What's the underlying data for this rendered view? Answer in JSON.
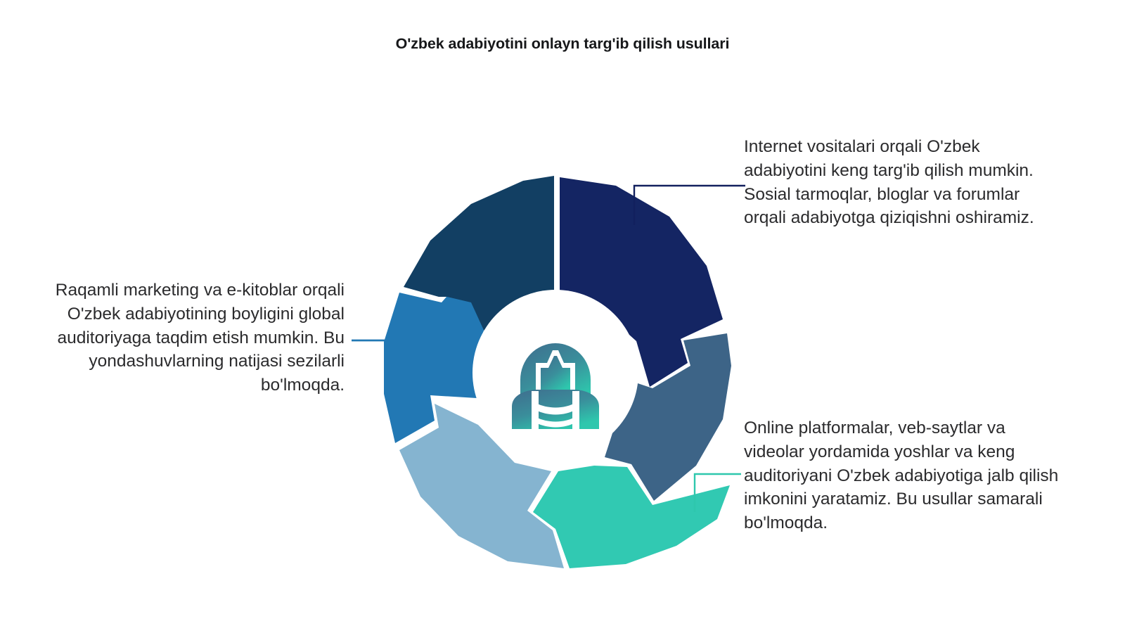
{
  "title": "O'zbek adabiyotini onlayn targ'ib qilish usullari",
  "center": {
    "icon": "person-reader-icon",
    "icon_gradient_from": "#3f6d8e",
    "icon_gradient_to": "#2ec7ad",
    "background": "#ffffff"
  },
  "callouts": [
    {
      "id": "callout-right-top",
      "position": "right-top",
      "text": "Internet vositalari orqali O'zbek adabiyotini keng targ'ib qilish mumkin. Sosial tarmoqlar, bloglar va forumlar orqali adabiyotga qiziqishni oshiramiz.",
      "connector_color": "#12205e"
    },
    {
      "id": "callout-left",
      "position": "left",
      "text": "Raqamli marketing va e-kitoblar orqali O'zbek adabiyotining boyligini global auditoriyaga taqdim etish mumkin. Bu yondashuvlarning natijasi sezilarli bo'lmoqda.",
      "connector_color": "#2278b4"
    },
    {
      "id": "callout-right-bottom",
      "position": "right-bottom",
      "text": "Online platformalar, veb-saytlar va videolar yordamida yoshlar va keng auditoriyani O'zbek adabiyotiga jalb qilish imkonini yaratamiz. Bu usullar samarali bo'lmoqda.",
      "connector_color": "#2ec7ad"
    }
  ],
  "chart_data": {
    "type": "pie",
    "title": "O'zbek adabiyotini onlayn targ'ib qilish usullari",
    "variant": "segmented-donut-wheel",
    "segment_count": 6,
    "equal_segments": true,
    "segment_degrees": 60,
    "legend": "none",
    "grid": false,
    "categories": [
      "segment-1-navy",
      "segment-2-slate",
      "segment-3-teal",
      "segment-4-light-blue",
      "segment-5-blue",
      "segment-6-dark-teal"
    ],
    "values": [
      1,
      1,
      1,
      1,
      1,
      1
    ],
    "colors": [
      "#142563",
      "#3d6487",
      "#31c9b2",
      "#85b4d0",
      "#2278b4",
      "#123f63"
    ],
    "annotations": [
      "Internet vositalari orqali O'zbek adabiyotini keng targ'ib qilish mumkin. Sosial tarmoqlar, bloglar va forumlar orqali adabiyotga qiziqishni oshiramiz.",
      "Raqamli marketing va e-kitoblar orqali O'zbek adabiyotining boyligini global auditoriyaga taqdim etish mumkin. Bu yondashuvlarning natijasi sezilarli bo'lmoqda.",
      "Online platformalar, veb-saytlar va videolar yordamida yoshlar va keng auditoriyani O'zbek adabiyotiga jalb qilish imkonini yaratamiz. Bu usullar samarali bo'lmoqda."
    ]
  }
}
